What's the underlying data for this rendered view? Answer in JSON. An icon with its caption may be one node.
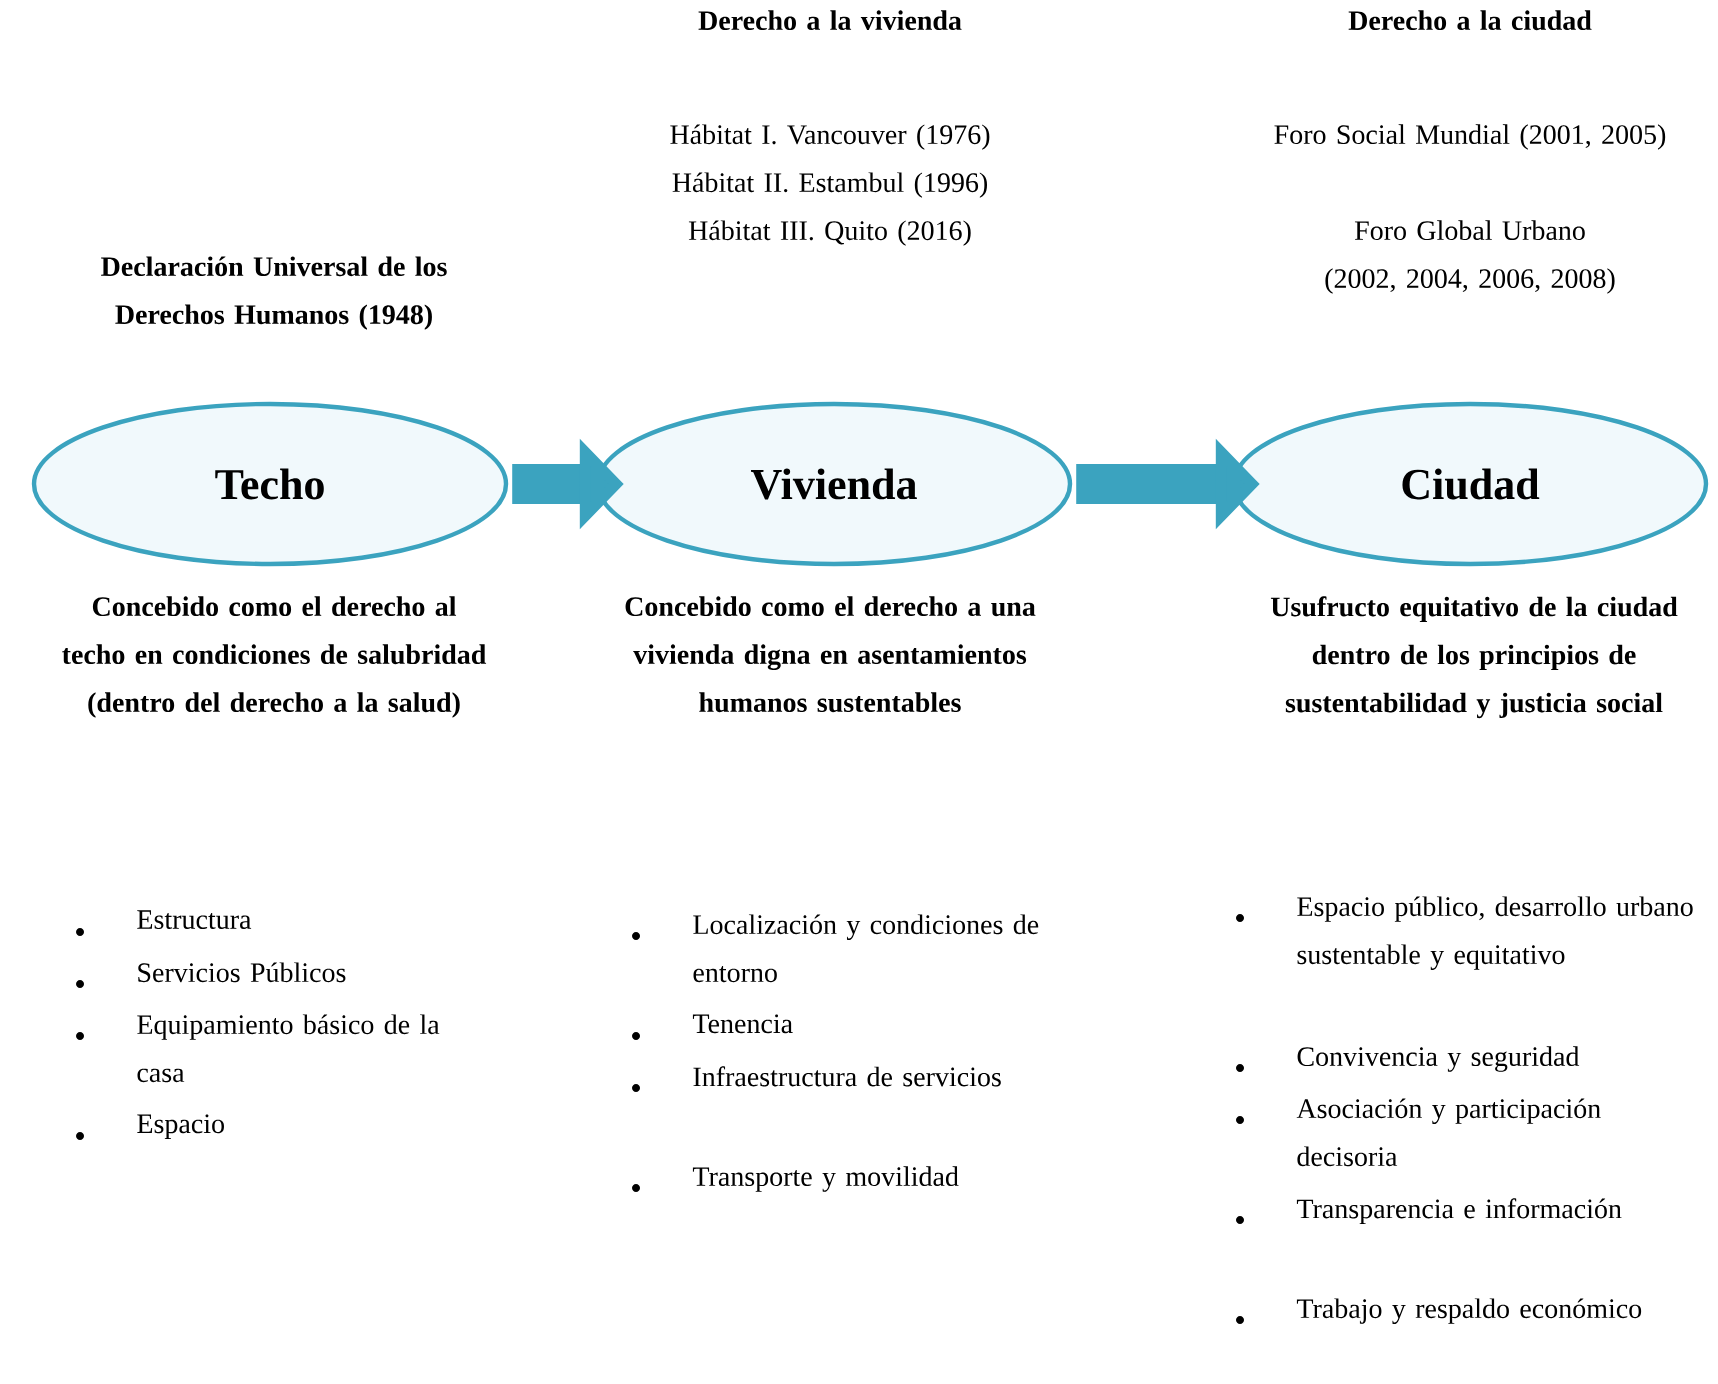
{
  "diagram": {
    "nodes": [
      {
        "text": [
          "Techo"
        ],
        "beside": [
          "Declaración Universal de los Derechos Humanos (1948)",
          "Concebido como el derecho al techo en condiciones de salubridad (dentro del derecho a la salud)",
          "Estructura",
          "Servicios Públicos",
          "Equipamiento básico de la casa",
          "Espacio"
        ]
      },
      {
        "text": [
          "Vivienda"
        ],
        "beside": [
          "Derecho a la vivienda",
          "Hábitat I. Vancouver (1976)",
          "Hábitat II. Estambul (1996)",
          "Hábitat III. Quito (2016)",
          "Concebido como el derecho a una vivienda digna en asentamientos humanos sustentables",
          "Localización y condiciones de entorno",
          "Tenencia",
          "Infraestructura de servicios",
          "Transporte y movilidad"
        ]
      },
      {
        "text": [
          "Ciudad"
        ],
        "beside": [
          "Derecho a la ciudad",
          "Foro Social Mundial (2001, 2005)",
          "Foro Global Urbano (2002, 2004, 2006, 2008)",
          "Usufructo equitativo de la ciudad dentro de los principios de sustentabilidad y justicia social",
          "Espacio público, desarrollo urbano sustentable y equitativo",
          "Convivencia y seguridad",
          "Asociación y participación decisoria",
          "Transparencia e información",
          "Trabajo y respaldo económico"
        ]
      }
    ],
    "edges": [
      {
        "from": 0,
        "to": 1,
        "arrow": "to"
      },
      {
        "from": 1,
        "to": 2,
        "arrow": "to"
      }
    ]
  }
}
